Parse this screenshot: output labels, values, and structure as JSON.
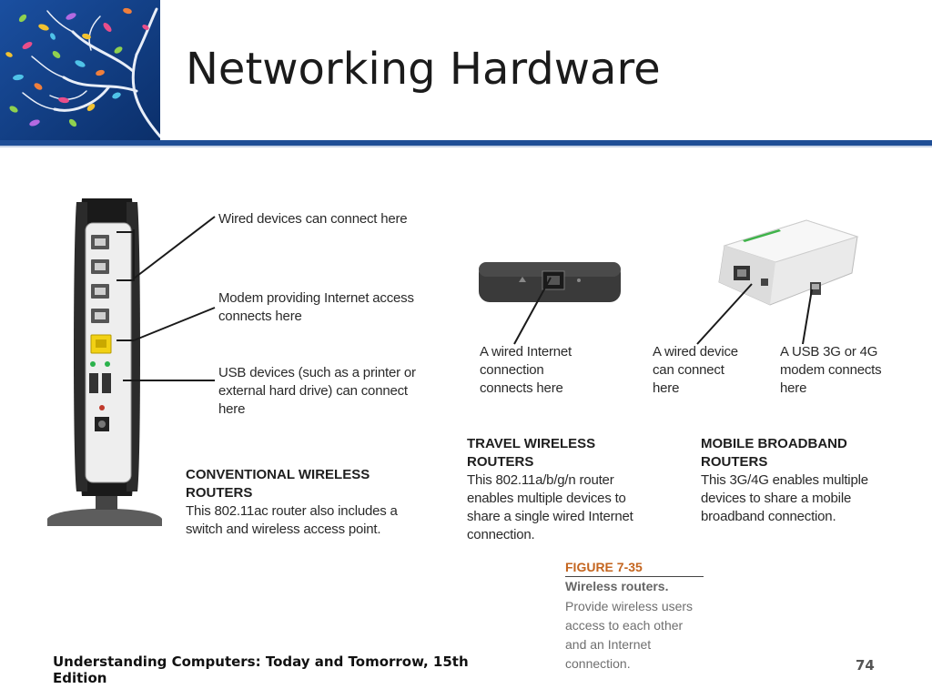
{
  "slide": {
    "title": "Networking Hardware",
    "footer": "Understanding Computers: Today and Tomorrow, 15th Edition",
    "page_number": "74",
    "accent_color": "#1f4e96"
  },
  "figure": {
    "callouts": {
      "wired_devices": "Wired devices can connect here",
      "modem": "Modem providing Internet access connects here",
      "usb": "USB devices (such as a printer or external hard drive) can connect here",
      "travel_wired": "A wired Internet connection connects here",
      "mobile_wired": "A wired device can connect here",
      "mobile_usb": "A USB 3G or 4G modem connects here"
    },
    "sections": {
      "conventional": {
        "heading": "CONVENTIONAL WIRELESS ROUTERS",
        "body": "This 802.11ac router also includes a switch and wireless access point."
      },
      "travel": {
        "heading": "TRAVEL WIRELESS ROUTERS",
        "body": "This 802.11a/b/g/n router enables multiple devices to share a single wired Internet connection."
      },
      "mobile": {
        "heading": "MOBILE BROADBAND ROUTERS",
        "body": "This 3G/4G enables multiple devices to share a mobile broadband connection."
      }
    },
    "caption": {
      "label": "FIGURE 7-35",
      "title": "Wireless routers.",
      "text": "Provide wireless users access to each other and an Internet connection."
    }
  }
}
